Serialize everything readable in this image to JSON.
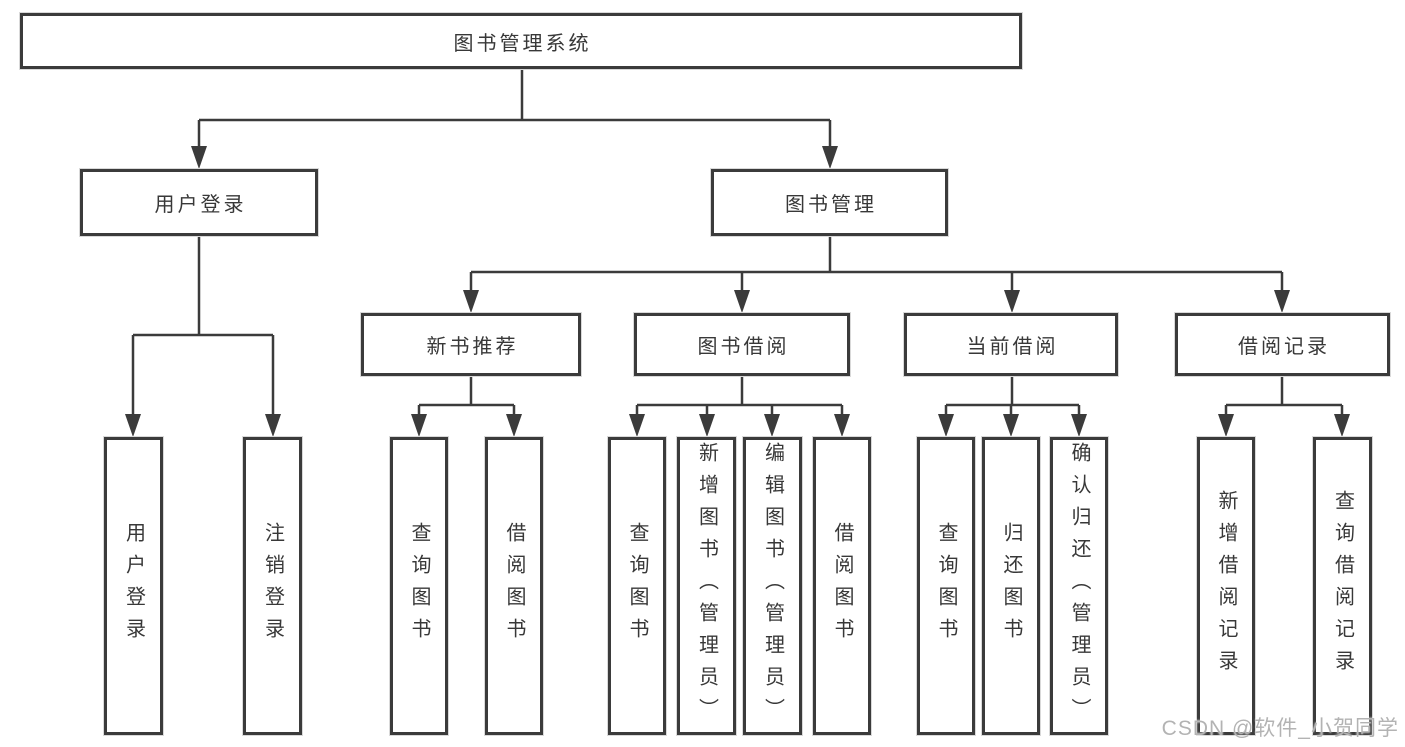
{
  "diagram": {
    "root": {
      "label": "图书管理系统",
      "children": [
        {
          "label": "用户登录",
          "children": [
            {
              "label": "用户登录"
            },
            {
              "label": "注销登录"
            }
          ]
        },
        {
          "label": "图书管理",
          "children": [
            {
              "label": "新书推荐",
              "children": [
                {
                  "label": "查询图书"
                },
                {
                  "label": "借阅图书"
                }
              ]
            },
            {
              "label": "图书借阅",
              "children": [
                {
                  "label": "查询图书"
                },
                {
                  "label": "新增图书（管理员）"
                },
                {
                  "label": "编辑图书（管理员）"
                },
                {
                  "label": "借阅图书"
                }
              ]
            },
            {
              "label": "当前借阅",
              "children": [
                {
                  "label": "查询图书"
                },
                {
                  "label": "归还图书"
                },
                {
                  "label": "确认归还（管理员）"
                }
              ]
            },
            {
              "label": "借阅记录",
              "children": [
                {
                  "label": "新增借阅记录"
                },
                {
                  "label": "查询借阅记录"
                }
              ]
            }
          ]
        }
      ]
    }
  },
  "watermark": {
    "text": "CSDN @软件_小贺同学"
  },
  "colors": {
    "line": "#3b3b3b",
    "text": "#383838",
    "background": "#ffffff",
    "watermark": "#b3b3b3"
  }
}
